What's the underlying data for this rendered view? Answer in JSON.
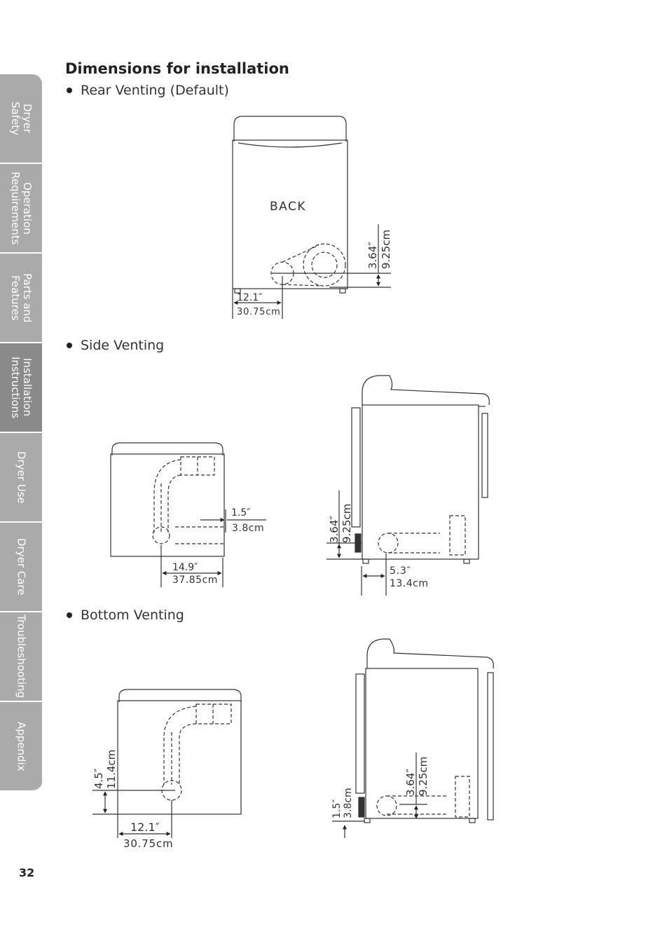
{
  "page": {
    "title": "Dimensions for installation",
    "page_number": "32"
  },
  "tabs": [
    {
      "label": "Dryer\nSafety",
      "active": false
    },
    {
      "label": "Operation\nRequirements",
      "active": false
    },
    {
      "label": "Parts and\nFeatures",
      "active": false
    },
    {
      "label": "Installation\nInstructions",
      "active": true
    },
    {
      "label": "Dryer Use",
      "active": false
    },
    {
      "label": "Dryer Care",
      "active": false
    },
    {
      "label": "Troubleshooting",
      "active": false
    },
    {
      "label": "Appendix",
      "active": false
    }
  ],
  "sections": {
    "rear": "Rear Venting (Default)",
    "side": "Side Venting",
    "bottom": "Bottom Venting"
  },
  "rear": {
    "back_label": "BACK",
    "h_in": "3.64″",
    "h_cm": "9.25cm",
    "w_in": "12.1″",
    "w_cm": "30.75cm"
  },
  "side": {
    "back_gap_in": "1.5″",
    "back_gap_cm": "3.8cm",
    "back_w_in": "14.9″",
    "back_w_cm": "37.85cm",
    "h_in": "3.64″",
    "h_cm": "9.25cm",
    "depth_in": "5.3″",
    "depth_cm": "13.4cm"
  },
  "bottom": {
    "back_h_in": "4.5″",
    "back_h_cm": "11.4cm",
    "back_w_in": "12.1″",
    "back_w_cm": "30.75cm",
    "foot_in": "1.5″",
    "foot_cm": "3.8cm",
    "h_in": "3.64″",
    "h_cm": "9.25cm"
  }
}
